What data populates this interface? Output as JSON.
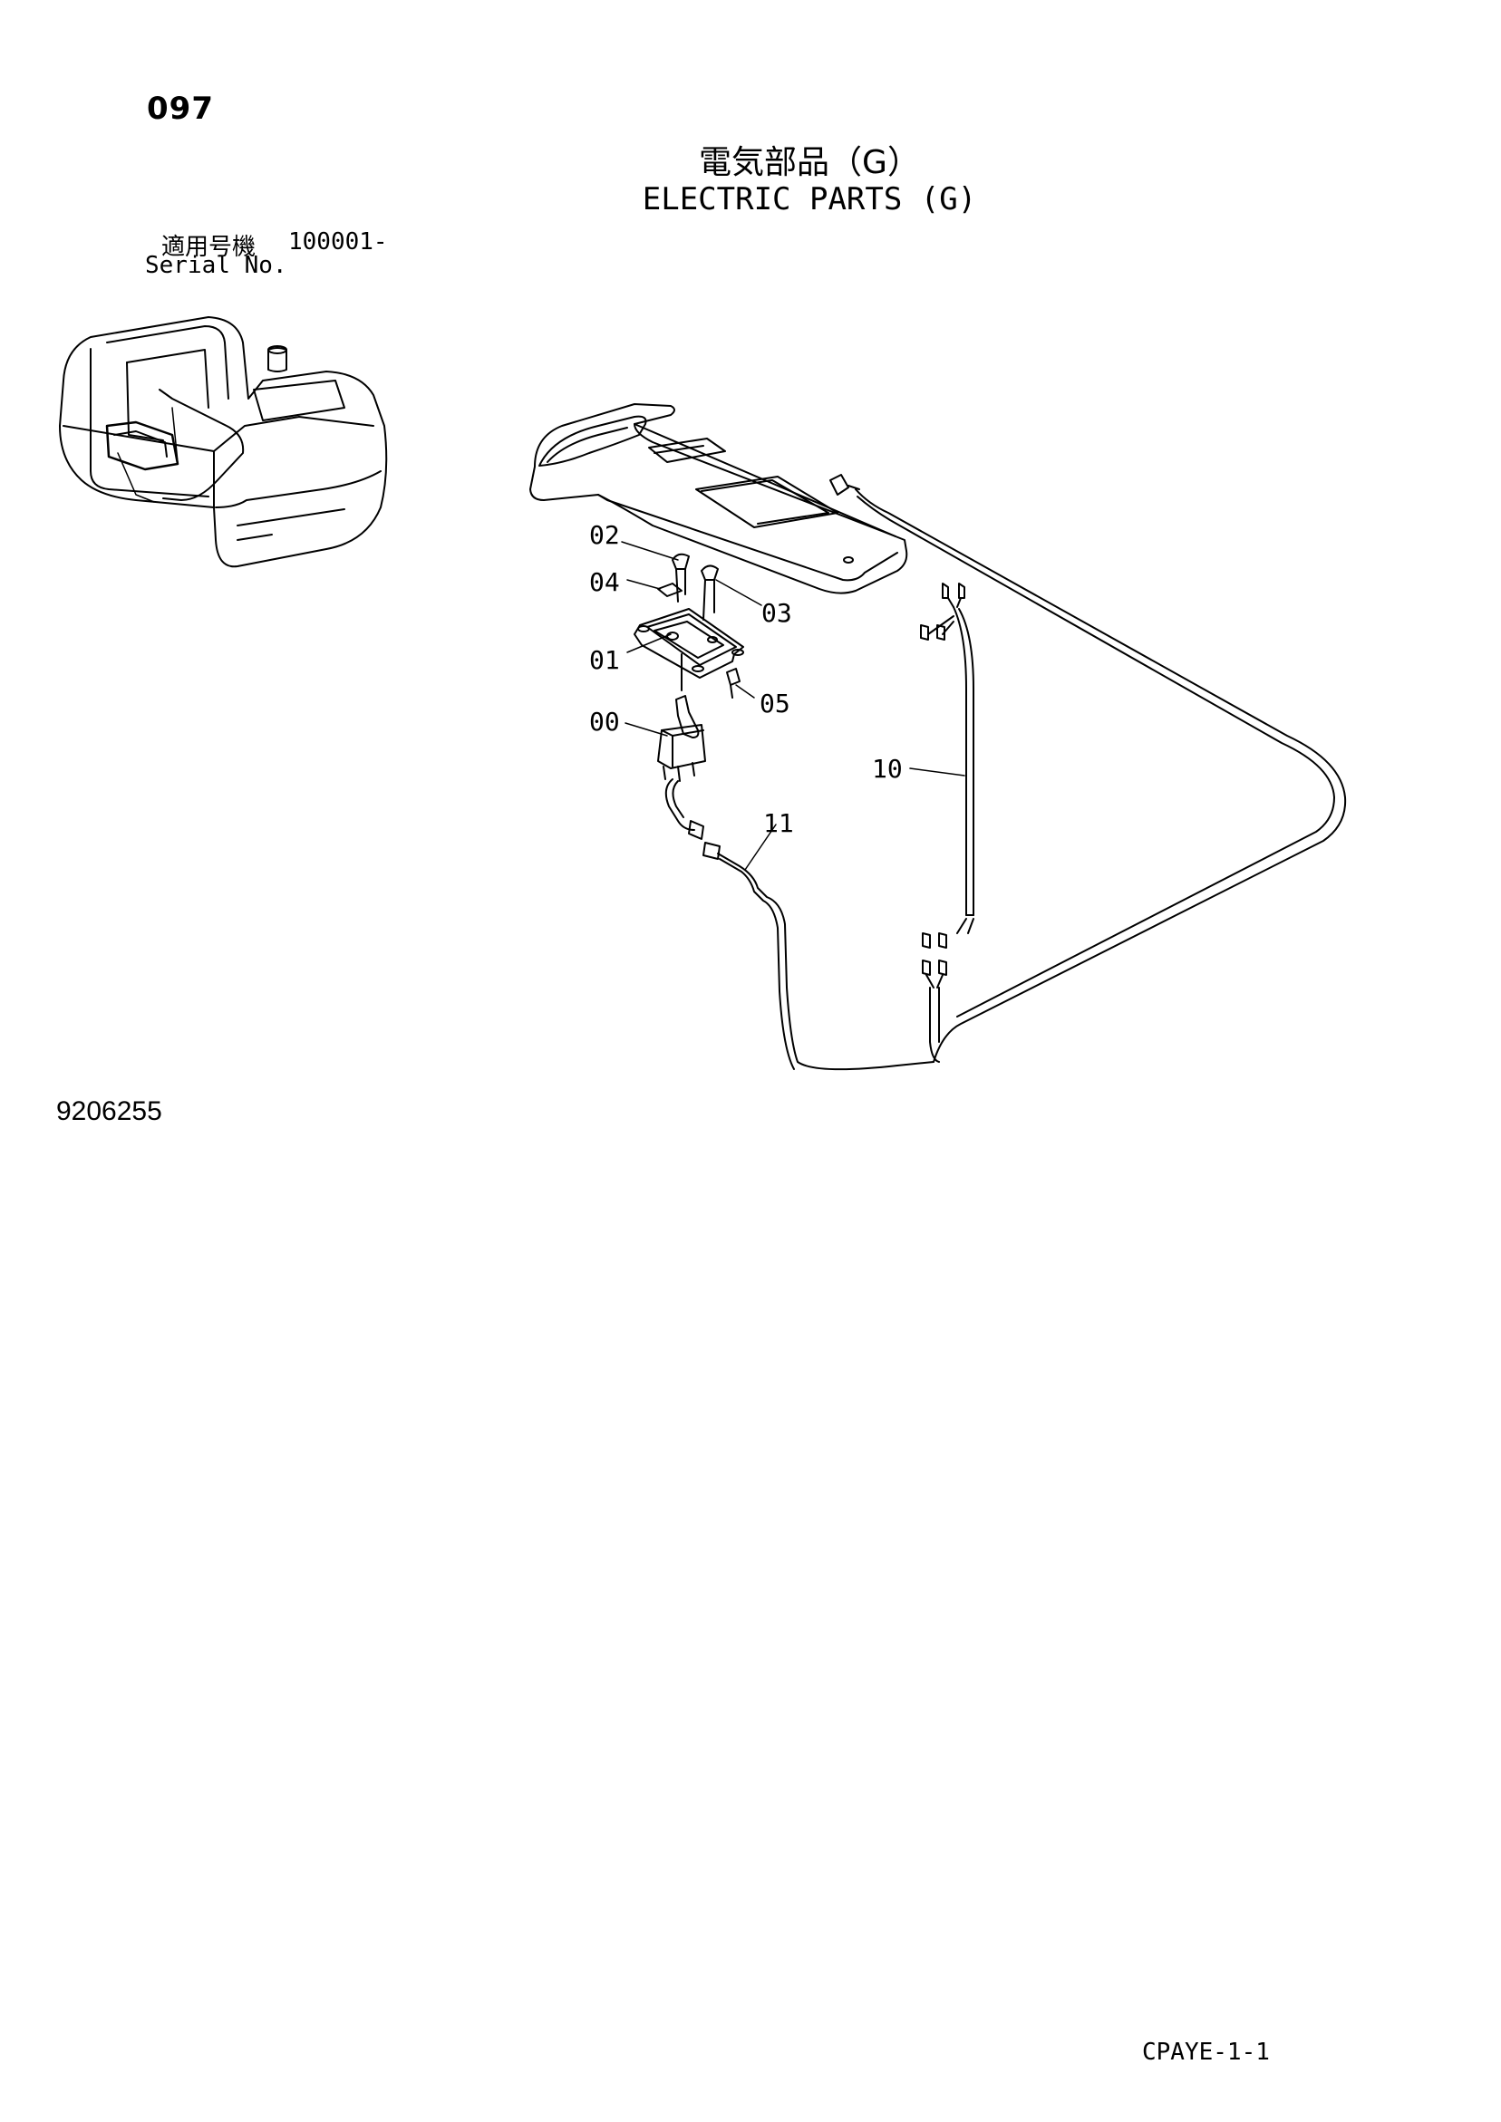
{
  "page": {
    "number": "097",
    "title_jp": "電気部品（G）",
    "title_en": "ELECTRIC PARTS (G)",
    "serial_label_jp": "適用号機",
    "serial_label_en": "Serial No.",
    "serial_range": "100001-",
    "doc_number": "9206255",
    "footer_code": "CPAYE-1-1"
  },
  "callouts": [
    "00",
    "01",
    "02",
    "03",
    "04",
    "05",
    "10",
    "11"
  ]
}
